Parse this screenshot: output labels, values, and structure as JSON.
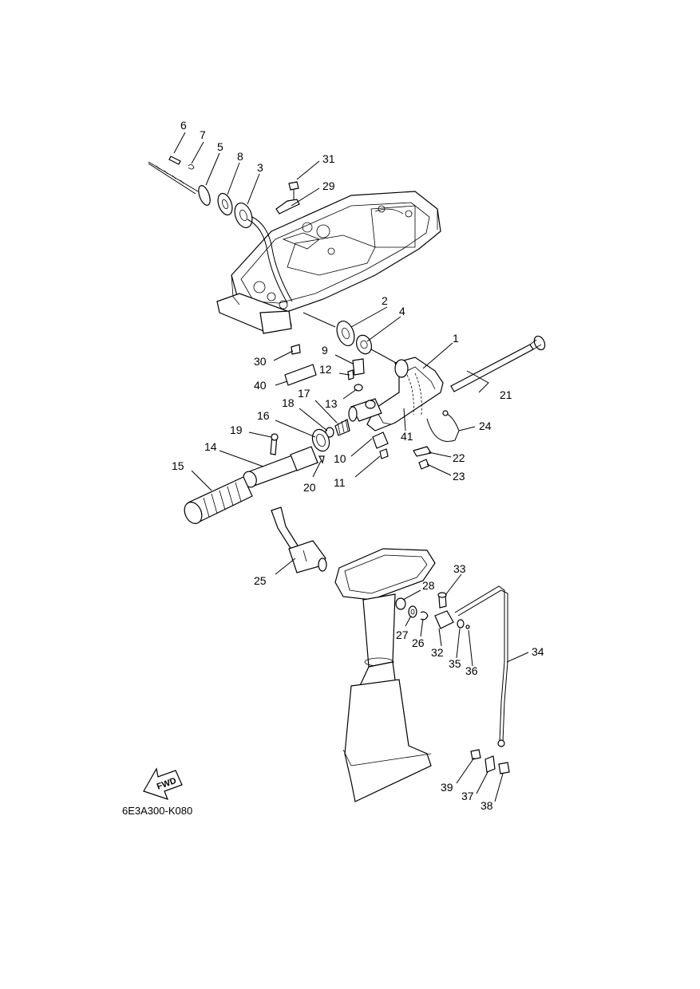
{
  "diagram": {
    "callouts": [
      {
        "id": "c1",
        "text": "1"
      },
      {
        "id": "c2",
        "text": "2"
      },
      {
        "id": "c3",
        "text": "3"
      },
      {
        "id": "c4",
        "text": "4"
      },
      {
        "id": "c5",
        "text": "5"
      },
      {
        "id": "c6",
        "text": "6"
      },
      {
        "id": "c7",
        "text": "7"
      },
      {
        "id": "c8",
        "text": "8"
      },
      {
        "id": "c9",
        "text": "9"
      },
      {
        "id": "c10",
        "text": "10"
      },
      {
        "id": "c11",
        "text": "11"
      },
      {
        "id": "c12",
        "text": "12"
      },
      {
        "id": "c13",
        "text": "13"
      },
      {
        "id": "c14",
        "text": "14"
      },
      {
        "id": "c15",
        "text": "15"
      },
      {
        "id": "c16",
        "text": "16"
      },
      {
        "id": "c17",
        "text": "17"
      },
      {
        "id": "c18",
        "text": "18"
      },
      {
        "id": "c19",
        "text": "19"
      },
      {
        "id": "c20",
        "text": "20"
      },
      {
        "id": "c21",
        "text": "21"
      },
      {
        "id": "c22",
        "text": "22"
      },
      {
        "id": "c23",
        "text": "23"
      },
      {
        "id": "c24",
        "text": "24"
      },
      {
        "id": "c25",
        "text": "25"
      },
      {
        "id": "c26",
        "text": "26"
      },
      {
        "id": "c27",
        "text": "27"
      },
      {
        "id": "c28",
        "text": "28"
      },
      {
        "id": "c29",
        "text": "29"
      },
      {
        "id": "c30",
        "text": "30"
      },
      {
        "id": "c31",
        "text": "31"
      },
      {
        "id": "c32",
        "text": "32"
      },
      {
        "id": "c33",
        "text": "33"
      },
      {
        "id": "c34",
        "text": "34"
      },
      {
        "id": "c35",
        "text": "35"
      },
      {
        "id": "c36",
        "text": "36"
      },
      {
        "id": "c37",
        "text": "37"
      },
      {
        "id": "c38",
        "text": "38"
      },
      {
        "id": "c39",
        "text": "39"
      },
      {
        "id": "c40",
        "text": "40"
      },
      {
        "id": "c41",
        "text": "41"
      }
    ],
    "fwd_arrow_text": "FWD",
    "drawing_code": "6E3A300-K080"
  }
}
